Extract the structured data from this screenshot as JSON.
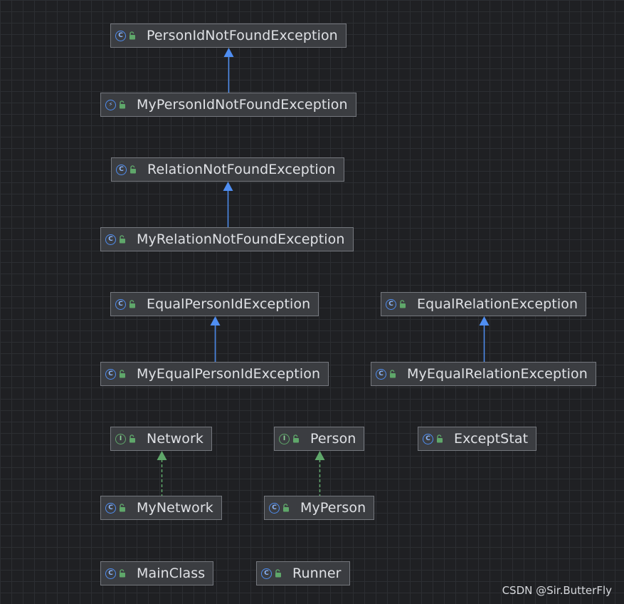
{
  "nodes": [
    {
      "id": "n1",
      "name": "PersonIdNotFoundException",
      "kind": "class"
    },
    {
      "id": "n2",
      "name": "MyPersonIdNotFoundException",
      "kind": "exception"
    },
    {
      "id": "n3",
      "name": "RelationNotFoundException",
      "kind": "class"
    },
    {
      "id": "n4",
      "name": "MyRelationNotFoundException",
      "kind": "class"
    },
    {
      "id": "n5",
      "name": "EqualPersonIdException",
      "kind": "class"
    },
    {
      "id": "n6",
      "name": "MyEqualPersonIdException",
      "kind": "class"
    },
    {
      "id": "n7",
      "name": "EqualRelationException",
      "kind": "class"
    },
    {
      "id": "n8",
      "name": "MyEqualRelationException",
      "kind": "class"
    },
    {
      "id": "n9",
      "name": "Network",
      "kind": "interface"
    },
    {
      "id": "n10",
      "name": "MyNetwork",
      "kind": "class"
    },
    {
      "id": "n11",
      "name": "Person",
      "kind": "interface"
    },
    {
      "id": "n12",
      "name": "MyPerson",
      "kind": "class"
    },
    {
      "id": "n13",
      "name": "ExceptStat",
      "kind": "class"
    },
    {
      "id": "n14",
      "name": "MainClass",
      "kind": "class"
    },
    {
      "id": "n15",
      "name": "Runner",
      "kind": "class"
    }
  ],
  "edges": [
    {
      "from": "n2",
      "to": "n1",
      "type": "extends"
    },
    {
      "from": "n4",
      "to": "n3",
      "type": "extends"
    },
    {
      "from": "n6",
      "to": "n5",
      "type": "extends"
    },
    {
      "from": "n8",
      "to": "n7",
      "type": "extends"
    },
    {
      "from": "n10",
      "to": "n9",
      "type": "implements"
    },
    {
      "from": "n12",
      "to": "n11",
      "type": "implements"
    }
  ],
  "icons": {
    "class": "class-icon",
    "interface": "interface-icon",
    "exception": "exception-class-icon",
    "visibility": "public-lock-icon"
  },
  "colors": {
    "extends_edge": "#4f8ef2",
    "implements_edge": "#5fa76a",
    "node_bg": "#3b3d41",
    "node_border": "#75787e",
    "canvas_bg": "#1f2023"
  },
  "watermark": "CSDN @Sir.ButterFly"
}
